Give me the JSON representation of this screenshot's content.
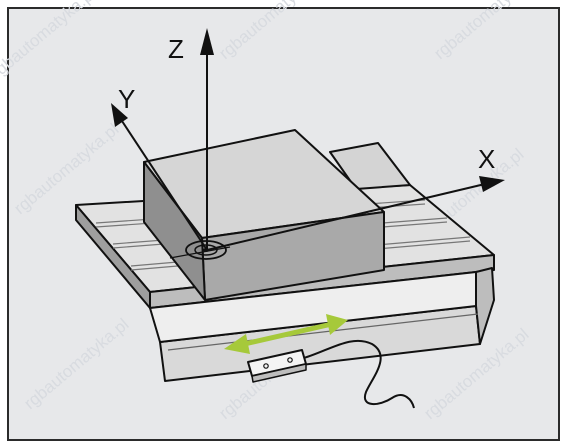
{
  "axes": {
    "z": "Z",
    "y": "Y",
    "x": "X"
  },
  "watermark": "rgbautomatyka.pl",
  "colors": {
    "background": "#e7e8ea",
    "frame": "#2b2b2b",
    "block_top": "#d6d6d6",
    "block_front": "#a9a9a9",
    "block_side": "#8f8f8f",
    "table_top": "#e2e2e2",
    "table_edge": "#9e9e9e",
    "scale_body": "#d9d9d9",
    "arrow_green": "#a6c93a",
    "line": "#111111"
  },
  "icons": [
    "datum-circle-icon",
    "double-arrow-icon",
    "read-head-icon",
    "cable-icon"
  ]
}
